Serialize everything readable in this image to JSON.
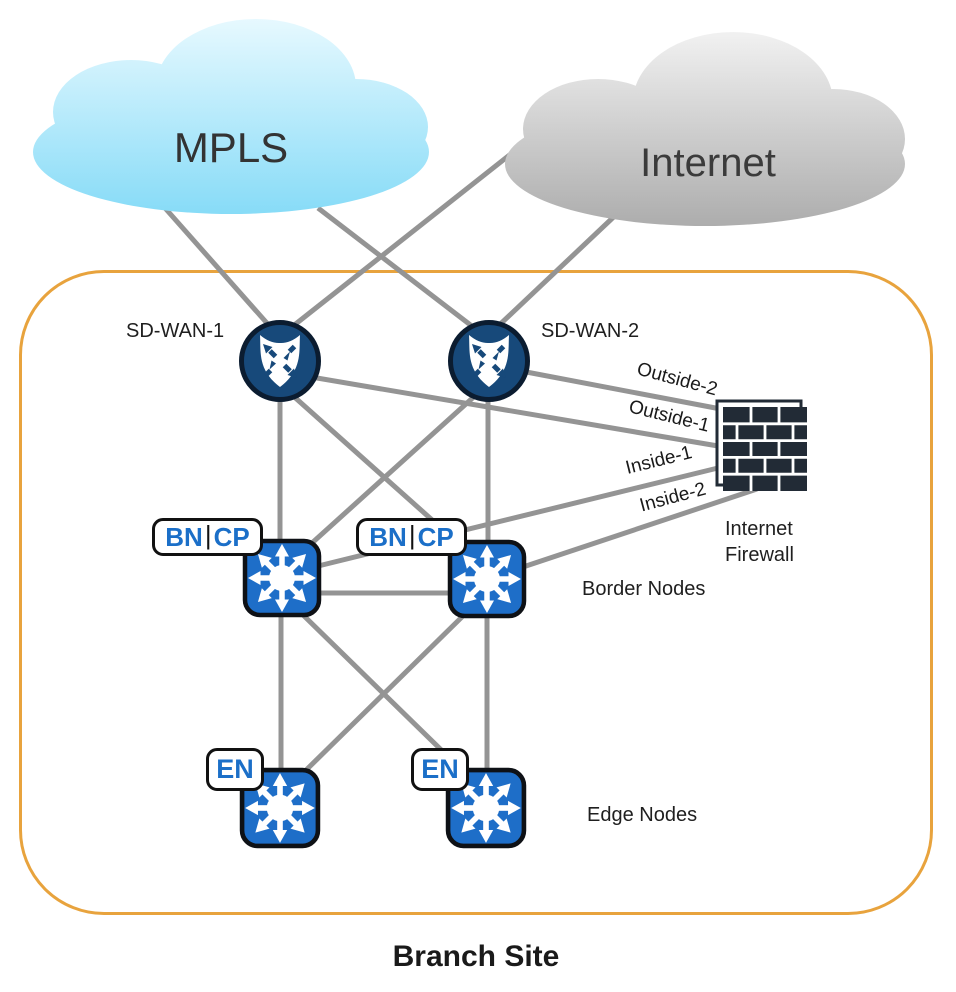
{
  "site": {
    "label": "Branch Site"
  },
  "clouds": {
    "mpls": "MPLS",
    "internet": "Internet"
  },
  "routers": {
    "sdwan1": "SD-WAN-1",
    "sdwan2": "SD-WAN-2"
  },
  "firewall": {
    "label_line1": "Internet",
    "label_line2": "Firewall"
  },
  "link_labels": {
    "outside2": "Outside-2",
    "outside1": "Outside-1",
    "inside1": "Inside-1",
    "inside2": "Inside-2"
  },
  "group_labels": {
    "border_nodes": "Border Nodes",
    "edge_nodes": "Edge Nodes"
  },
  "badges": {
    "bn": "BN",
    "separator": "|",
    "cp": "CP",
    "en": "EN"
  },
  "colors": {
    "site_border": "#E8A33D",
    "node_blue": "#1E6EC8",
    "router_navy": "#17497A",
    "firewall_dark": "#222B36",
    "link_gray": "#949494",
    "badge_blue": "#1B6FC8",
    "mpls_cloud_top": "#EAFAFF",
    "mpls_cloud_bottom": "#86DBF7",
    "internet_cloud_top": "#F4F4F4",
    "internet_cloud_bottom": "#ACACAC"
  }
}
